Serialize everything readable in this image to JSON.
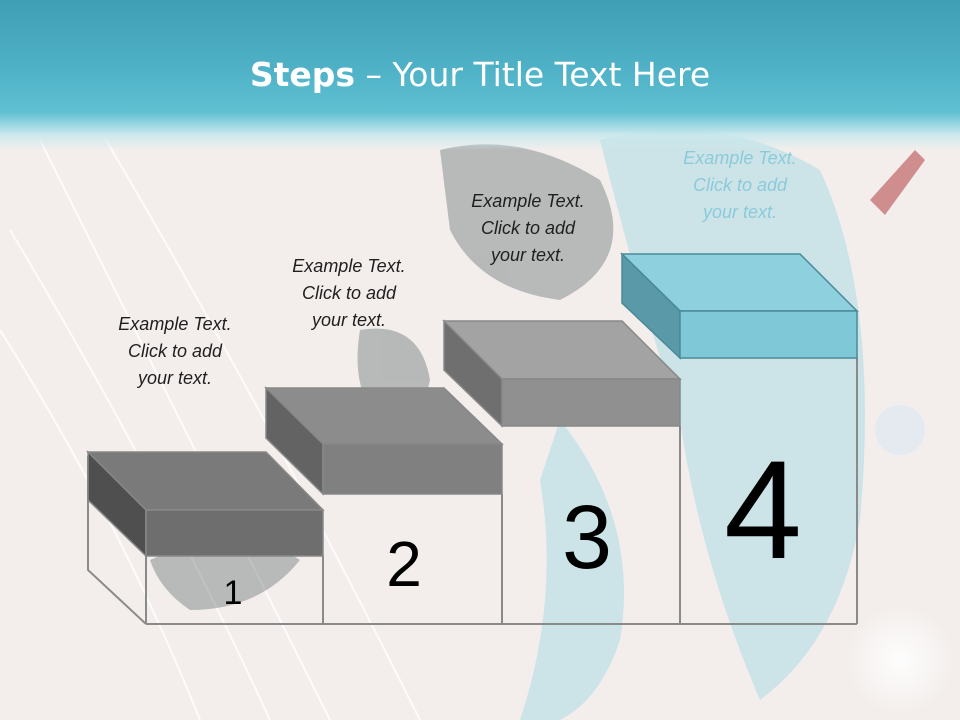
{
  "title": {
    "bold": "Steps",
    "rest": " – Your Title Text Here"
  },
  "steps": [
    {
      "number": "1",
      "caption": [
        "Example Text.",
        "Click  to add",
        "your text."
      ],
      "color": "#6e6e6e"
    },
    {
      "number": "2",
      "caption": [
        "Example Text.",
        "Click  to add",
        "your text."
      ],
      "color": "#8a8a8a"
    },
    {
      "number": "3",
      "caption": [
        "Example Text.",
        "Click  to add",
        "your text."
      ],
      "color": "#9a9a9a"
    },
    {
      "number": "4",
      "caption": [
        "Example Text.",
        "Click  to add",
        "your text."
      ],
      "color": "#7ec8d8"
    }
  ],
  "colors": {
    "header": "#4fb1c6",
    "accent": "#7ec8d8",
    "outline": "#808080"
  }
}
